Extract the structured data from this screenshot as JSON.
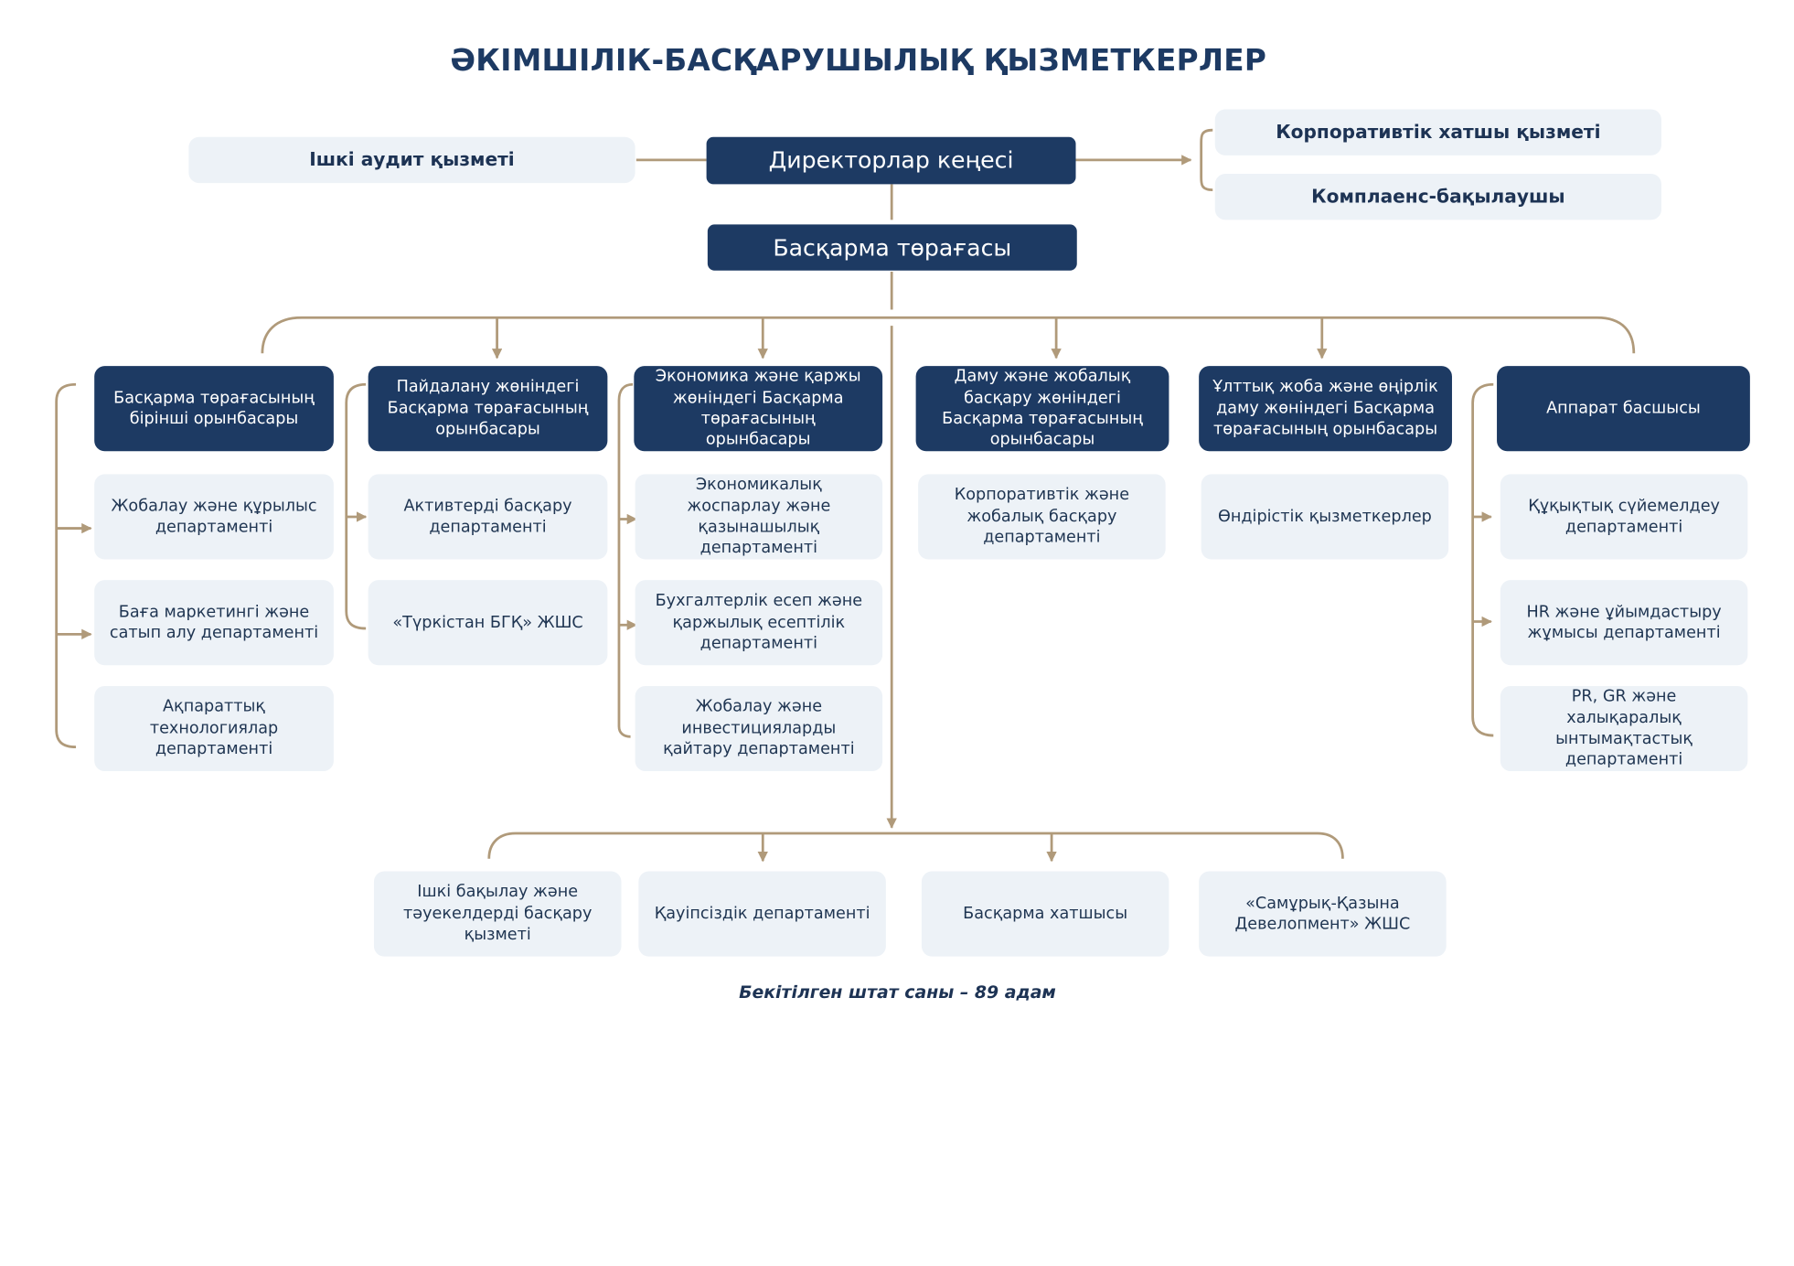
{
  "title": "ӘКІМШІЛІК-БАСҚАРУШЫЛЫҚ ҚЫЗМЕТКЕРЛЕР",
  "board": "Директорлар кеңесі",
  "internal_audit": "Ішкі аудит қызметі",
  "corporate_secretary": "Корпоративтік хатшы қызметі",
  "compliance": "Комплаенс-бақылаушы",
  "chairman": "Басқарма төрағасы",
  "deputies": [
    {
      "head": "Басқарма төрағасының бірінші орынбасары",
      "units": [
        "Жобалау және құрылыс департаменті",
        "Баға маркетингі және сатып алу департаменті",
        "Ақпараттық технологиялар департаменті"
      ]
    },
    {
      "head": "Пайдалану жөніндегі Басқарма төрағасының орынбасары",
      "units": [
        "Активтерді басқару департаменті",
        "«Түркістан БГҚ» ЖШС"
      ]
    },
    {
      "head": "Экономика және қаржы жөніндегі Басқарма төрағасының орынбасары",
      "units": [
        "Экономикалық жоспарлау және қазынашылық департаменті",
        "Бухгалтерлік есеп және қаржылық есептілік департаменті",
        "Жобалау және инвестицияларды қайтару департаменті"
      ]
    },
    {
      "head": "Даму және жобалық басқару жөніндегі Басқарма төрағасының орынбасары",
      "units": [
        "Корпоративтік және жобалық басқару департаменті"
      ]
    },
    {
      "head": "Ұлттық жоба және өңірлік даму жөніндегі Басқарма төрағасының орынбасары",
      "units": [
        "Өндірістік қызметкерлер"
      ]
    },
    {
      "head": "Аппарат басшысы",
      "units": [
        "Құқықтық сүйемелдеу департаменті",
        "HR және ұйымдастыру жұмысы департаменті",
        "PR, GR және халықаралық ынтымақтастық департаменті"
      ]
    }
  ],
  "bottom_units": [
    "Ішкі бақылау және тәуекелдерді басқару қызметі",
    "Қауіпсіздік департаменті",
    "Басқарма хатшысы",
    "«Самұрық-Қазына Девелопмент» ЖШС"
  ],
  "footer": "Бекітілген штат саны – 89 адам",
  "colors": {
    "dark_box": "#1d3a63",
    "light_box": "#edf2f7",
    "connector": "#b09a7a"
  }
}
